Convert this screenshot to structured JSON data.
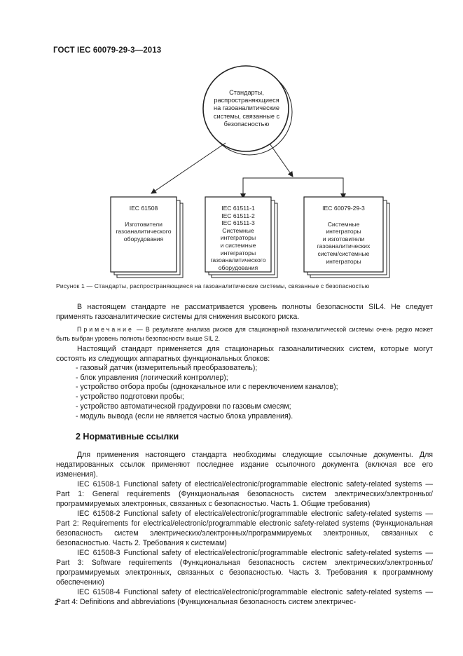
{
  "header": {
    "title": "ГОСТ IEC 60079-29-3—2013"
  },
  "diagram": {
    "circle_text": "Стандарты, распространяющиеся на газоаналитические системы, связанные с безопасностью",
    "box_left": {
      "std": "IEC 61508",
      "lines": [
        "Изготовители",
        "газоаналитического",
        "оборудования"
      ]
    },
    "box_middle": {
      "std": [
        "IEC 61511-1",
        "IEC 61511-2",
        "IEC 61511-3"
      ],
      "lines": [
        "Системные",
        "интеграторы",
        "и системные",
        "интеграторы",
        "газоаналитического",
        "оборудования"
      ]
    },
    "box_right": {
      "std": "IEC 60079-29-3",
      "lines": [
        "Системные",
        "интеграторы",
        "и изготовители",
        "газоаналитических",
        "систем/системные",
        "интеграторы"
      ]
    }
  },
  "caption": "Рисунок  1 — Стандарты, распространяющиеся на газоаналитические системы, связанные с безопасностью",
  "para1": "В настоящем стандарте не рассматривается уровень полноты безопасности SIL4. Не следует применять газоаналитические системы для снижения высокого риска.",
  "note_label": "Примечание",
  "note_text": " — В результате анализа рисков для стационарной газоаналитической системы очень редко может быть выбран уровень полноты безопасности выше SIL 2.",
  "para2": "Настоящий стандарт применяется для стационарных газоаналитических систем, которые могут состоять из следующих аппаратных функциональных блоков:",
  "blocks": [
    "газовый датчик (измерительный преобразователь);",
    "блок управления (логический контроллер);",
    "устройство отбора пробы (одноканальное или с переключением каналов);",
    "устройство подготовки пробы;",
    "устройство автоматической градуировки по газовым смесям;",
    "модуль вывода (если не является частью блока управления)."
  ],
  "section_title": "2  Нормативные ссылки",
  "refs_intro": "Для применения настоящего стандарта необходимы следующие ссылочные документы. Для недатированных ссылок применяют последнее издание ссылочного документа (включая все его изменения).",
  "refs": [
    "IEC 61508-1 Functional safety of electrical/electronic/programmable electronic safety-related systems — Part 1: General requirements (Функциональная безопасность систем электрических/электронных/программируемых электронных, связанных с безопасностью. Часть 1. Общие требования)",
    "IEC 61508-2 Functional safety of electrical/electronic/programmable electronic safety-related systems — Part 2: Requirements for electrical/electronic/programmable electronic safety-related systems (Функциональная безопасность систем электрических/электронных/программируемых электронных, связанных с безопасностью. Часть 2. Требования к системам)",
    "IEC 61508-3 Functional safety of electrical/electronic/programmable electronic safety-related systems — Part 3: Software requirements (Функциональная безопасность систем электрических/электронных/программируемых электронных, связанных с безопасностью. Часть 3. Требования к программному обеспечению)",
    "IEC 61508-4 Functional safety of electrical/electronic/programmable electronic safety-related systems — Part 4: Definitions and abbreviations (Функциональная безопасность систем электричес-"
  ],
  "page_number": "2"
}
